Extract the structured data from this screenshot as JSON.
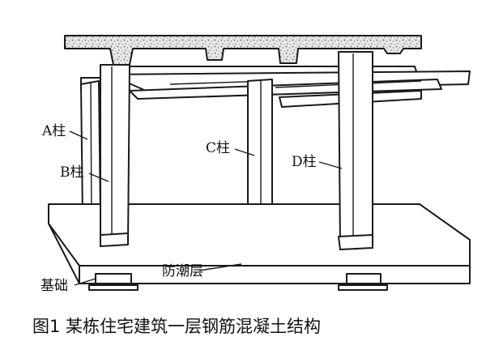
{
  "figure": {
    "caption": "图1 某栋住宅建筑一层钢筋混凝土结构",
    "labels": {
      "column_a": "A柱",
      "column_b": "B柱",
      "column_c": "C柱",
      "column_d": "D柱",
      "damp_proof_course": "防潮层",
      "foundation": "基础"
    }
  }
}
